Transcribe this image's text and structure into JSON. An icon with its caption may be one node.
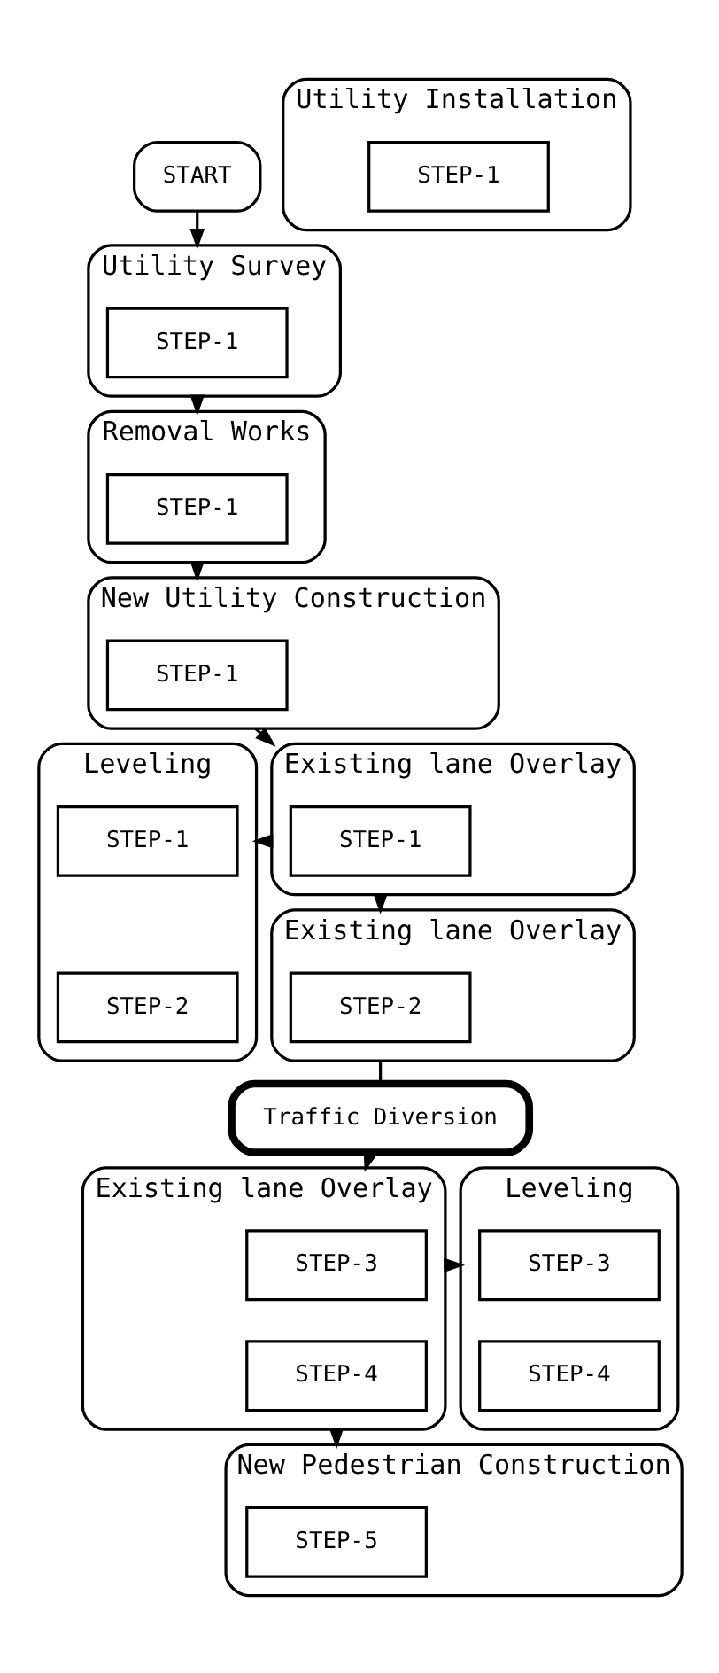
{
  "diagram": {
    "nodes": [
      {
        "text": [
          "START"
        ]
      },
      {
        "text": [
          "Utility Survey"
        ]
      },
      {
        "text": [
          "STEP-1"
        ],
        "in": 1
      },
      {
        "text": [
          "Removal Works"
        ]
      },
      {
        "text": [
          "STEP-1"
        ],
        "in": 3
      },
      {
        "text": [
          "Utility Installation"
        ]
      },
      {
        "text": [
          "STEP-1"
        ],
        "in": 5
      },
      {
        "text": [
          "New Utility Construction"
        ]
      },
      {
        "text": [
          "STEP-1"
        ],
        "in": 7
      },
      {
        "text": [
          "Existing lane Overlay"
        ]
      },
      {
        "text": [
          "STEP-1"
        ],
        "in": 9
      },
      {
        "text": [
          "Leveling"
        ]
      },
      {
        "text": [
          "STEP-1"
        ],
        "in": 11
      },
      {
        "text": [
          "STEP-2"
        ],
        "in": 11
      },
      {
        "text": [
          "Existing lane Overlay"
        ]
      },
      {
        "text": [
          "STEP-2"
        ],
        "in": 14
      },
      {
        "text": [
          "Traffic Diversion"
        ]
      },
      {
        "text": [
          "Existing lane Overlay"
        ]
      },
      {
        "text": [
          "STEP-3"
        ],
        "in": 17
      },
      {
        "text": [
          "STEP-4"
        ],
        "in": 17
      },
      {
        "text": [
          "Leveling"
        ]
      },
      {
        "text": [
          "STEP-3"
        ],
        "in": 20
      },
      {
        "text": [
          "STEP-4"
        ],
        "in": 20
      },
      {
        "text": [
          "New Pedestrian Construction"
        ]
      },
      {
        "text": [
          "STEP-5"
        ],
        "in": 23
      }
    ],
    "edges": [
      {
        "from": 0,
        "to": 1,
        "arrow": "to"
      },
      {
        "from": 1,
        "to": 3,
        "arrow": "to"
      },
      {
        "from": 3,
        "to": 7,
        "arrow": "to"
      },
      {
        "from": 7,
        "to": 9,
        "arrow": "to"
      },
      {
        "from": 9,
        "to": 11,
        "arrow": "to"
      },
      {
        "from": 9,
        "to": 14,
        "arrow": "to"
      },
      {
        "from": 14,
        "to": 16,
        "arrow": "none"
      },
      {
        "from": 16,
        "to": 17,
        "arrow": "to"
      },
      {
        "from": 17,
        "to": 20,
        "arrow": "to"
      },
      {
        "from": 17,
        "to": 23,
        "arrow": "to"
      }
    ]
  }
}
